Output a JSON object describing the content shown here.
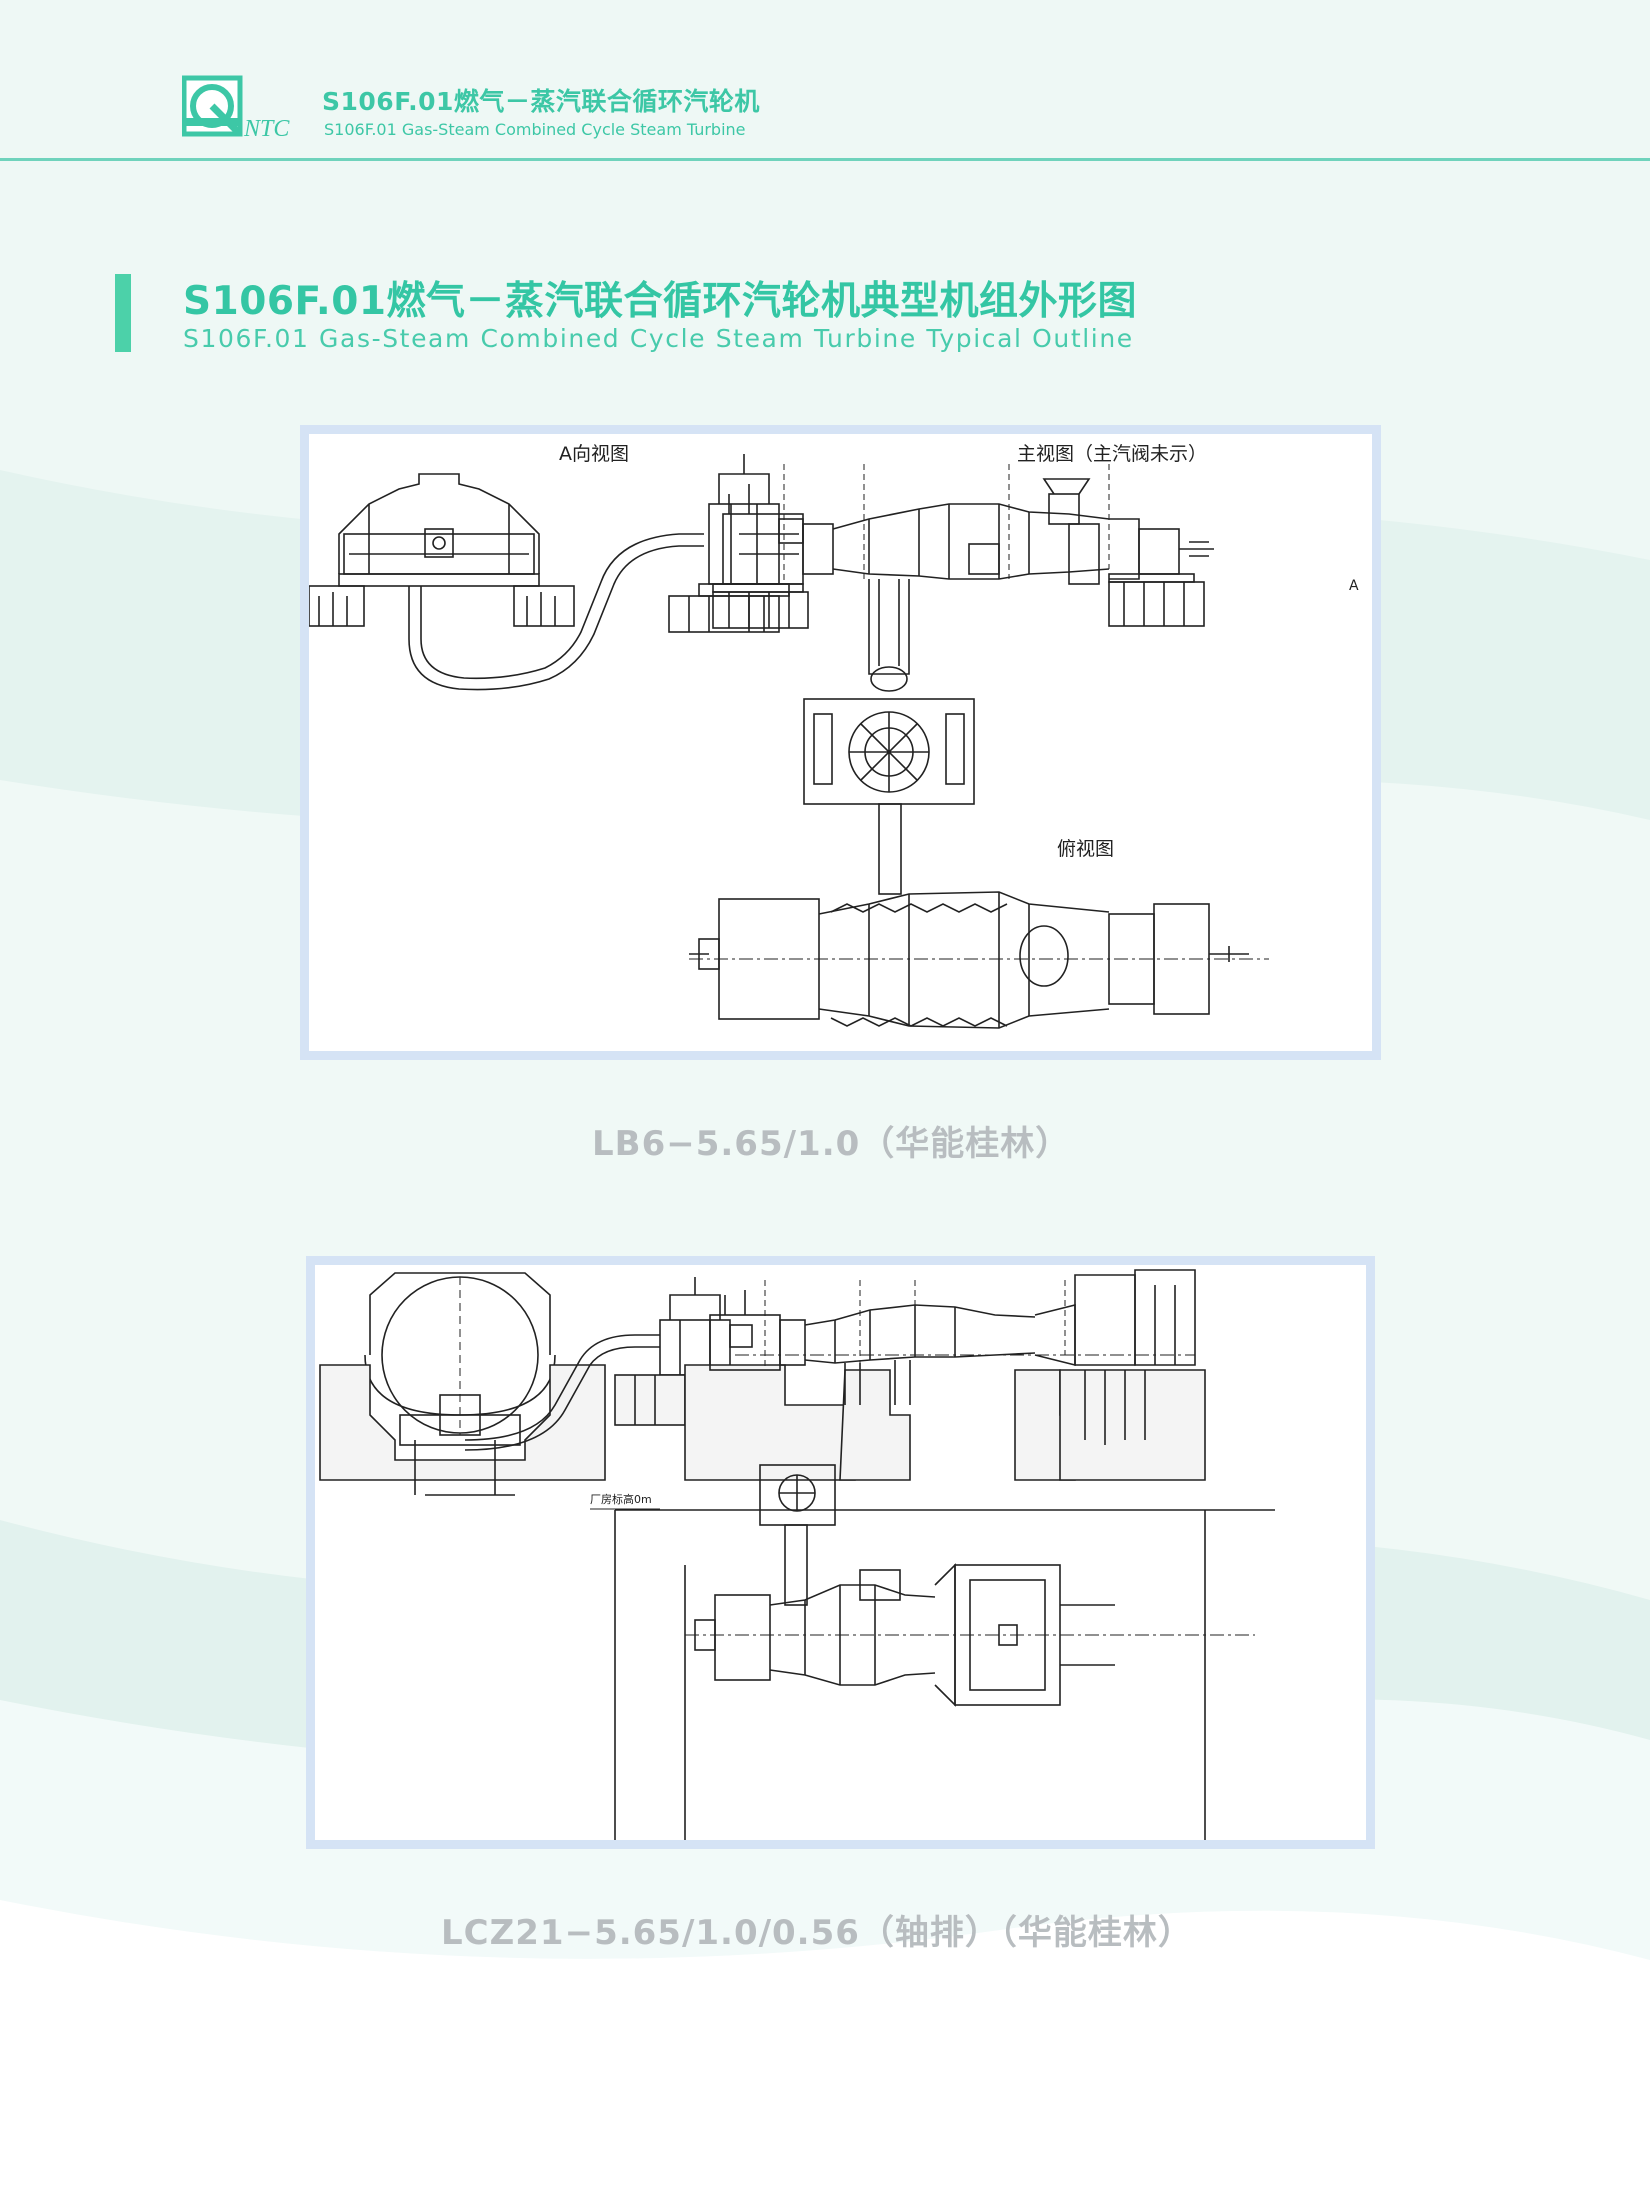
{
  "header": {
    "logo_text": "NTC",
    "title_cn": "S106F.01燃气－蒸汽联合循环汽轮机",
    "title_en": "S106F.01 Gas-Steam Combined Cycle Steam Turbine"
  },
  "section": {
    "title_cn": "S106F.01燃气－蒸汽联合循环汽轮机典型机组外形图",
    "title_en": "S106F.01 Gas-Steam Combined Cycle Steam Turbine Typical Outline"
  },
  "drawing1": {
    "view_a_label": "A向视图",
    "main_view_label": "主视图（主汽阀未示）",
    "top_view_label": "俯视图",
    "marker_a": "A",
    "caption": "LB6−5.65/1.0（华能桂林）"
  },
  "drawing2": {
    "floor_label": "厂房标高0m",
    "caption": "LCZ21−5.65/1.0/0.56（轴排）（华能桂林）"
  },
  "colors": {
    "accent": "#3dc7a6",
    "frame_border": "#d5e3f5",
    "caption_gray": "#b8bdc0",
    "background_tint": "#e9f6f3"
  }
}
